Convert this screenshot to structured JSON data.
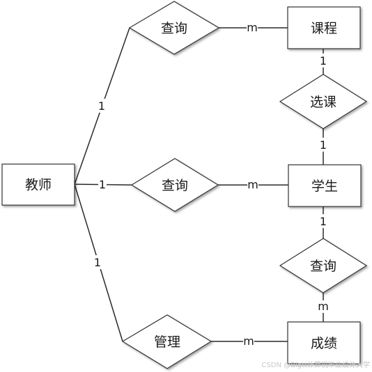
{
  "entities": {
    "teacher": "教师",
    "course": "课程",
    "student": "学生",
    "grade": "成绩"
  },
  "relationships": {
    "query_course": "查询",
    "query_student": "查询",
    "manage": "管理",
    "select_course": "选课",
    "query_grade": "查询"
  },
  "cardinalities": {
    "teacher_query_course": "1",
    "query_course_course": "m",
    "teacher_query_student": "1",
    "query_student_student": "m",
    "teacher_manage": "1",
    "manage_grade": "m",
    "course_select": "1",
    "select_student": "1",
    "student_query_grade": "1",
    "query_grade_grade": "m"
  },
  "watermark": "CSDN @Bigtt计算机毕业设计大学"
}
